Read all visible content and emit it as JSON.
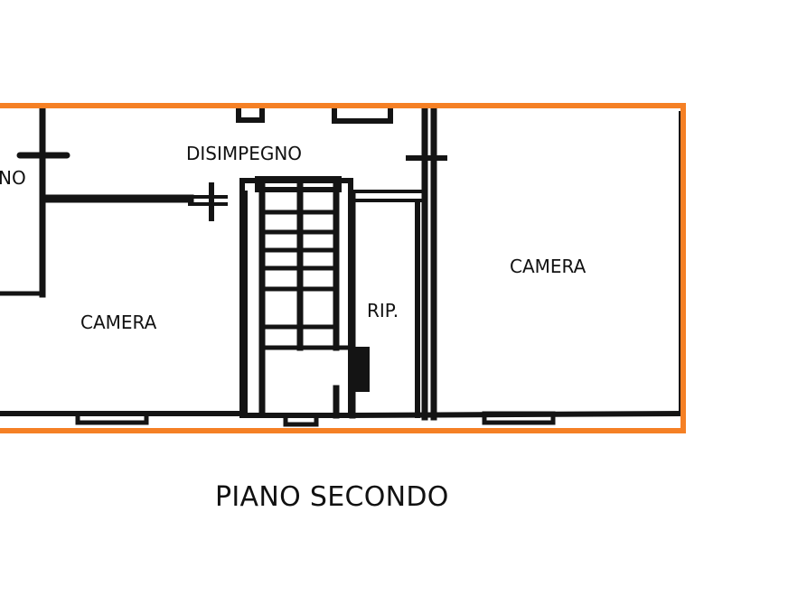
{
  "floor_plan": {
    "title": "PIANO SECONDO",
    "highlight_color": "#F58025",
    "wall_color": "#141414",
    "rooms": [
      {
        "id": "partial-left",
        "label": "NO"
      },
      {
        "id": "disimpegno",
        "label": "DISIMPEGNO"
      },
      {
        "id": "camera-left",
        "label": "CAMERA"
      },
      {
        "id": "ripostiglio",
        "label": "RIP."
      },
      {
        "id": "camera-right",
        "label": "CAMERA"
      }
    ]
  }
}
